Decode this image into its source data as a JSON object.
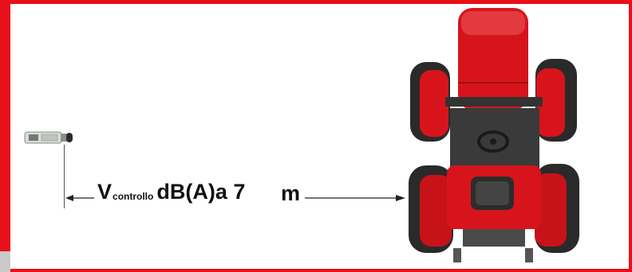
{
  "diagram": {
    "label": {
      "symbol": "V",
      "subscript": "controllo",
      "text": "dB(A)a 7",
      "unit": "m"
    },
    "colors": {
      "frame": "#e8101a",
      "tractor_body": "#d7141c",
      "tires": "#2a2a2a"
    },
    "icons": [
      "sound-level-meter-icon",
      "tractor-top-view-icon"
    ]
  }
}
